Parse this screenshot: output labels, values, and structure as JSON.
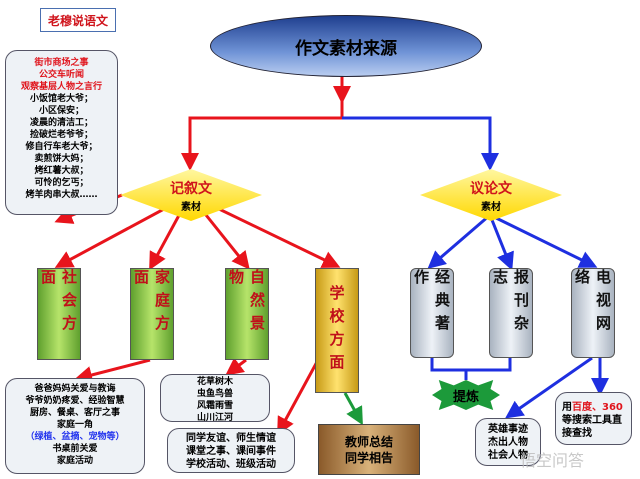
{
  "tag": "老穆说语文",
  "title": "作文素材来源",
  "narrative": {
    "label": "记叙文",
    "sub": "素材"
  },
  "argument": {
    "label": "议论文",
    "sub": "素材"
  },
  "street_note": {
    "red": [
      "街市商场之事",
      "公交车听闻",
      "观察基层人物之言行"
    ],
    "lines": [
      "小饭馆老大爷；",
      "小区保安；",
      "凌晨的清洁工；",
      "捡破烂老爷爷；",
      "修自行车老大爷；",
      "卖煎饼大妈；",
      "烤红薯大叔；",
      "可怜的乞丐；",
      "烤羊肉串大叔……"
    ]
  },
  "narr_boxes": [
    "社会方面",
    "家庭方面",
    "自然景物",
    "学校方面"
  ],
  "arg_boxes": [
    "经典著作",
    "报刊杂志",
    "电视网络"
  ],
  "family_note": {
    "lines": [
      "爸爸妈妈关爱与教诲",
      "爷爷奶奶疼爱、经验智慧",
      "厨房、餐桌、客厅之事",
      "家庭一角"
    ],
    "blue": "（绿植、盆摘、宠物等）",
    "lines2": [
      "书桌前关爱",
      "家庭活动"
    ]
  },
  "nature_note": [
    "花草树木",
    "虫鱼鸟兽",
    "风霜雨雪",
    "山川江河"
  ],
  "school_note": [
    "同学友谊、师生情谊",
    "课堂之事、课间事件",
    "学校活动、班级活动"
  ],
  "teacher_box": [
    "教师总结",
    "同学相告"
  ],
  "refine": "提炼",
  "hero_note": [
    "英雄事迹",
    "杰出人物",
    "社会人物"
  ],
  "search_note": {
    "pre": "用",
    "red": "百度、360",
    "post": "等搜索工具直接查找"
  },
  "watermark": "悟空问答"
}
